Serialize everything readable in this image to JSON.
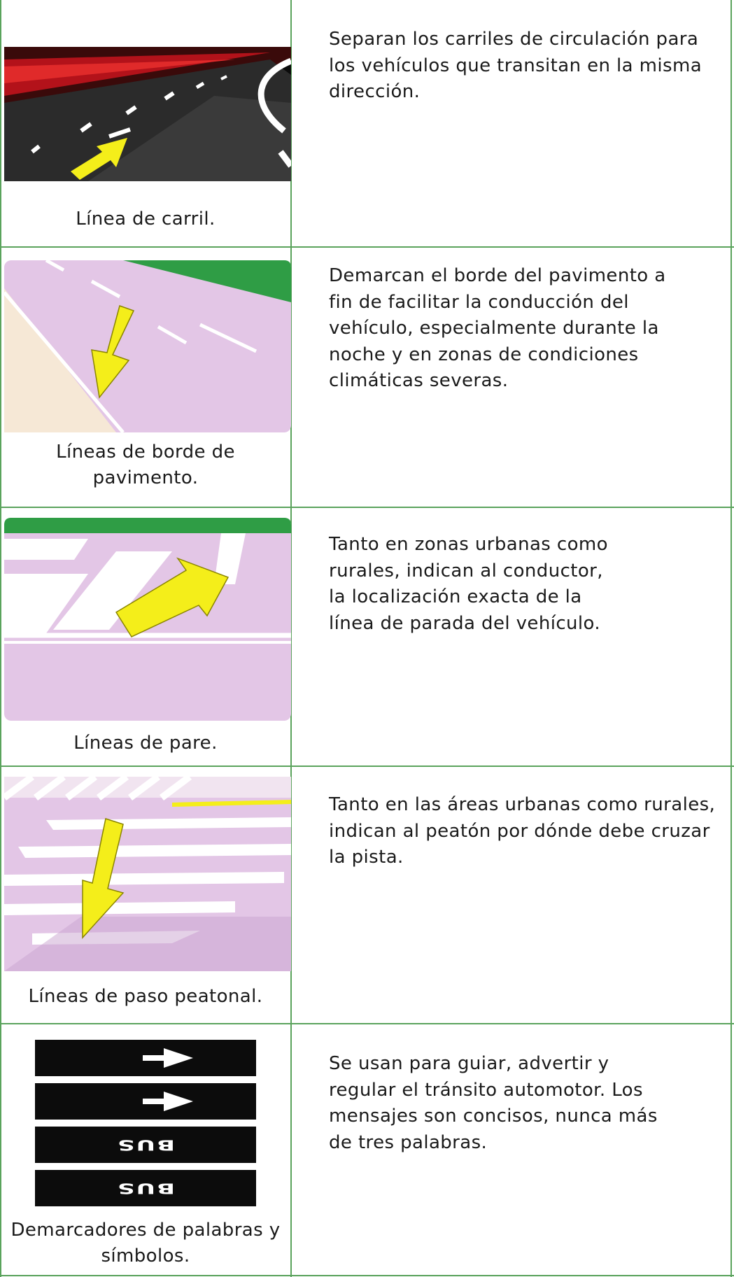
{
  "rows": [
    {
      "caption": "Línea de carril.",
      "description": "Separan los carriles de circulación para los vehículos que transitan en la misma dirección."
    },
    {
      "caption": "Líneas de borde de pavimento.",
      "description": "Demarcan el borde del pavimento a fin de facilitar la conducción del vehículo, especialmente durante la noche y en zonas de condiciones climáticas severas."
    },
    {
      "caption": "Líneas de pare.",
      "description": "Tanto en zonas urbanas como rurales, indican al conductor, la localización exacta de la línea de parada del vehículo."
    },
    {
      "caption": "Líneas de paso peatonal.",
      "description": "Tanto en las áreas urbanas como rurales, indican al peatón por dónde debe cruzar la pista."
    },
    {
      "caption": "Demarcadores de palabras y símbolos.",
      "description": "Se usan para guiar, advertir y regular el tránsito automotor. Los mensajes son concisos, nunca más de tres palabras.",
      "marking_words": [
        "BUS",
        "BUS"
      ]
    }
  ],
  "colors": {
    "grid": "#5aa35c",
    "arrow": "#f4ee1a",
    "pavement": "#e3c6e6",
    "grass": "#2f9d45"
  }
}
